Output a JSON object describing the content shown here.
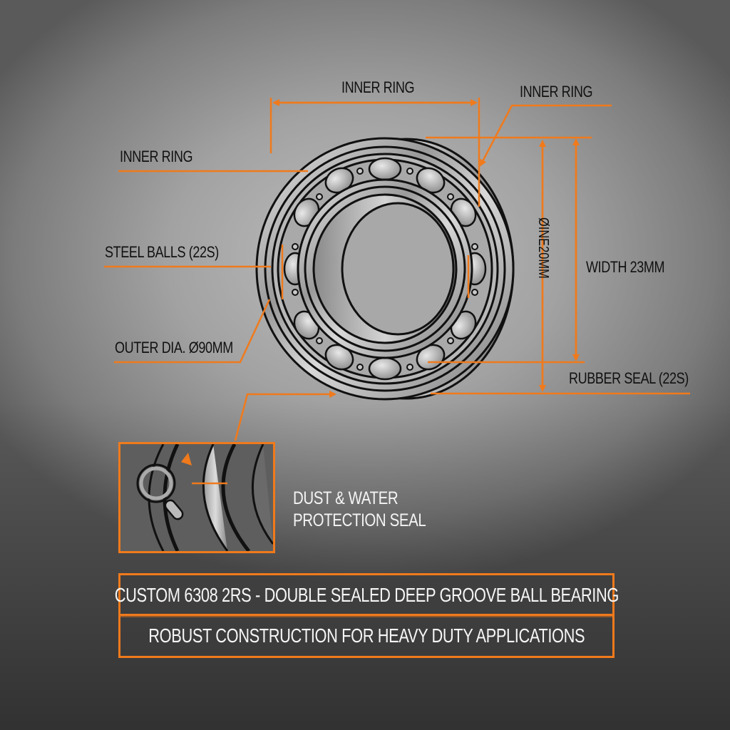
{
  "diagram": {
    "subject": "ball bearing",
    "accent_color": "#f07a1c",
    "labels": {
      "inner_ring_top": "INNER RING",
      "inner_ring_right": "INNER RING",
      "inner_ring_left": "INNER RING",
      "steel_balls": "STEEL BALLS (22S)",
      "outer_dia": "OUTER DIA. Ø90MM",
      "inner_dia_vertical": "ØINE20MM",
      "width": "WIDTH 23MM",
      "rubber_seal": "RUBBER SEAL (22S)"
    },
    "inset": {
      "caption_line1": "DUST & WATER",
      "caption_line2": "PROTECTION SEAL",
      "icon": "magnifier-icon"
    },
    "banner": {
      "title": "CUSTOM 6308 2RS - DOUBLE SEALED DEEP GROOVE BALL BEARING",
      "subtitle": "ROBUST CONSTRUCTION FOR HEAVY DUTY APPLICATIONS"
    }
  }
}
